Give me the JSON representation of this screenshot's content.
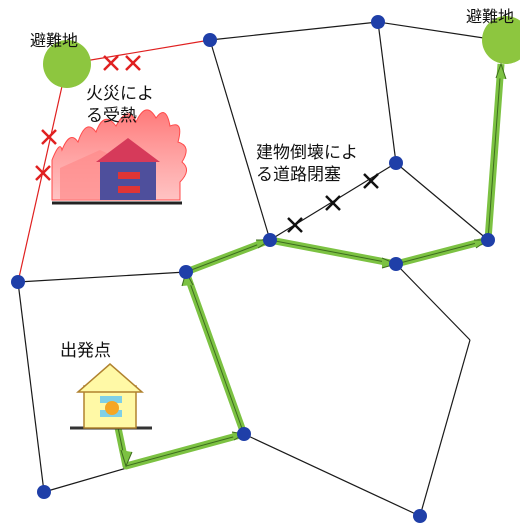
{
  "labels": {
    "shelter_left": "避難地",
    "shelter_right": "避難地",
    "fire_line1": "火災によ",
    "fire_line2": "る受熱",
    "collapse_line1": "建物倒壊によ",
    "collapse_line2": "る道路閉塞",
    "start": "出発点"
  },
  "colors": {
    "node": "#1f3fa8",
    "road": "#1a1a1a",
    "blocked_road": "#e02020",
    "route": "#7cc242",
    "shelter": "#8dc63f",
    "fire_cross": "#e02020",
    "collapse_cross": "#111111",
    "house_fill": "#fff9a6",
    "house_outline": "#b0822f"
  },
  "icons": [
    "shelter-circle",
    "fire-icon",
    "house-icon",
    "cross-mark-icon",
    "route-arrow-icon"
  ]
}
